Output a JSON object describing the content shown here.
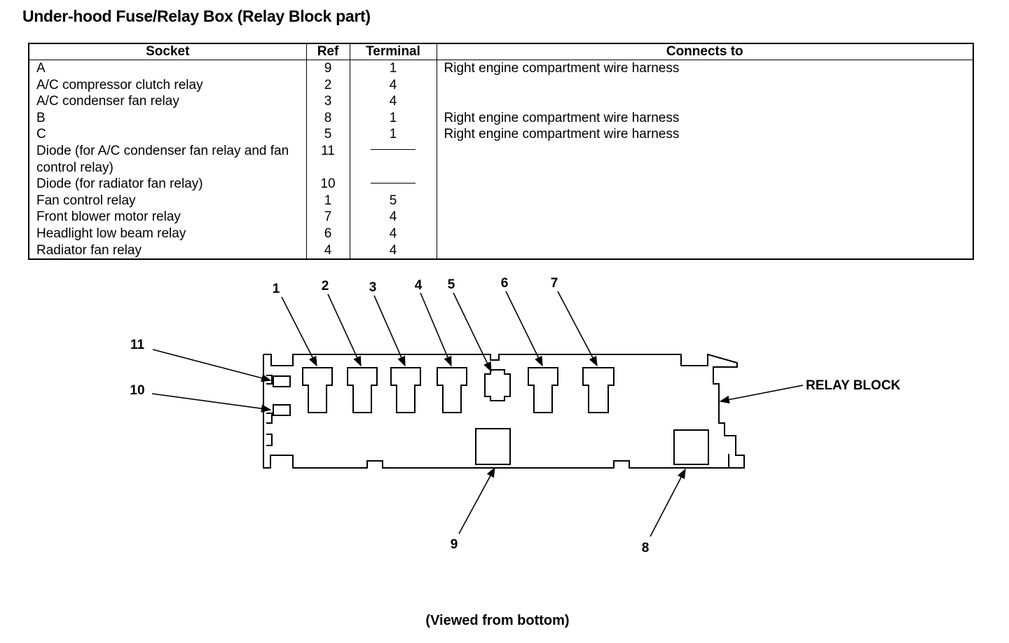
{
  "title": "Under-hood Fuse/Relay Box (Relay Block part)",
  "table": {
    "headers": [
      "Socket",
      "Ref",
      "Terminal",
      "Connects to"
    ],
    "rows": [
      {
        "socket": "A",
        "ref": "9",
        "terminal": "1",
        "connects": "Right engine compartment wire harness"
      },
      {
        "socket": "A/C compressor clutch relay",
        "ref": "2",
        "terminal": "4",
        "connects": ""
      },
      {
        "socket": "A/C condenser fan relay",
        "ref": "3",
        "terminal": "4",
        "connects": ""
      },
      {
        "socket": "B",
        "ref": "8",
        "terminal": "1",
        "connects": "Right engine compartment wire harness"
      },
      {
        "socket": "C",
        "ref": "5",
        "terminal": "1",
        "connects": "Right engine compartment wire harness"
      },
      {
        "socket": "Diode (for A/C condenser fan relay and fan control relay)",
        "ref": "11",
        "terminal": "",
        "connects": ""
      },
      {
        "socket": "Diode (for radiator fan relay)",
        "ref": "10",
        "terminal": "",
        "connects": ""
      },
      {
        "socket": "Fan control relay",
        "ref": "1",
        "terminal": "5",
        "connects": ""
      },
      {
        "socket": "Front blower motor relay",
        "ref": "7",
        "terminal": "4",
        "connects": ""
      },
      {
        "socket": "Headlight low beam relay",
        "ref": "6",
        "terminal": "4",
        "connects": ""
      },
      {
        "socket": "Radiator fan relay",
        "ref": "4",
        "terminal": "4",
        "connects": ""
      }
    ]
  },
  "diagram": {
    "callouts": [
      "1",
      "2",
      "3",
      "4",
      "5",
      "6",
      "7",
      "8",
      "9",
      "10",
      "11"
    ],
    "relay_block_label": "RELAY BLOCK",
    "caption": "(Viewed from bottom)"
  }
}
